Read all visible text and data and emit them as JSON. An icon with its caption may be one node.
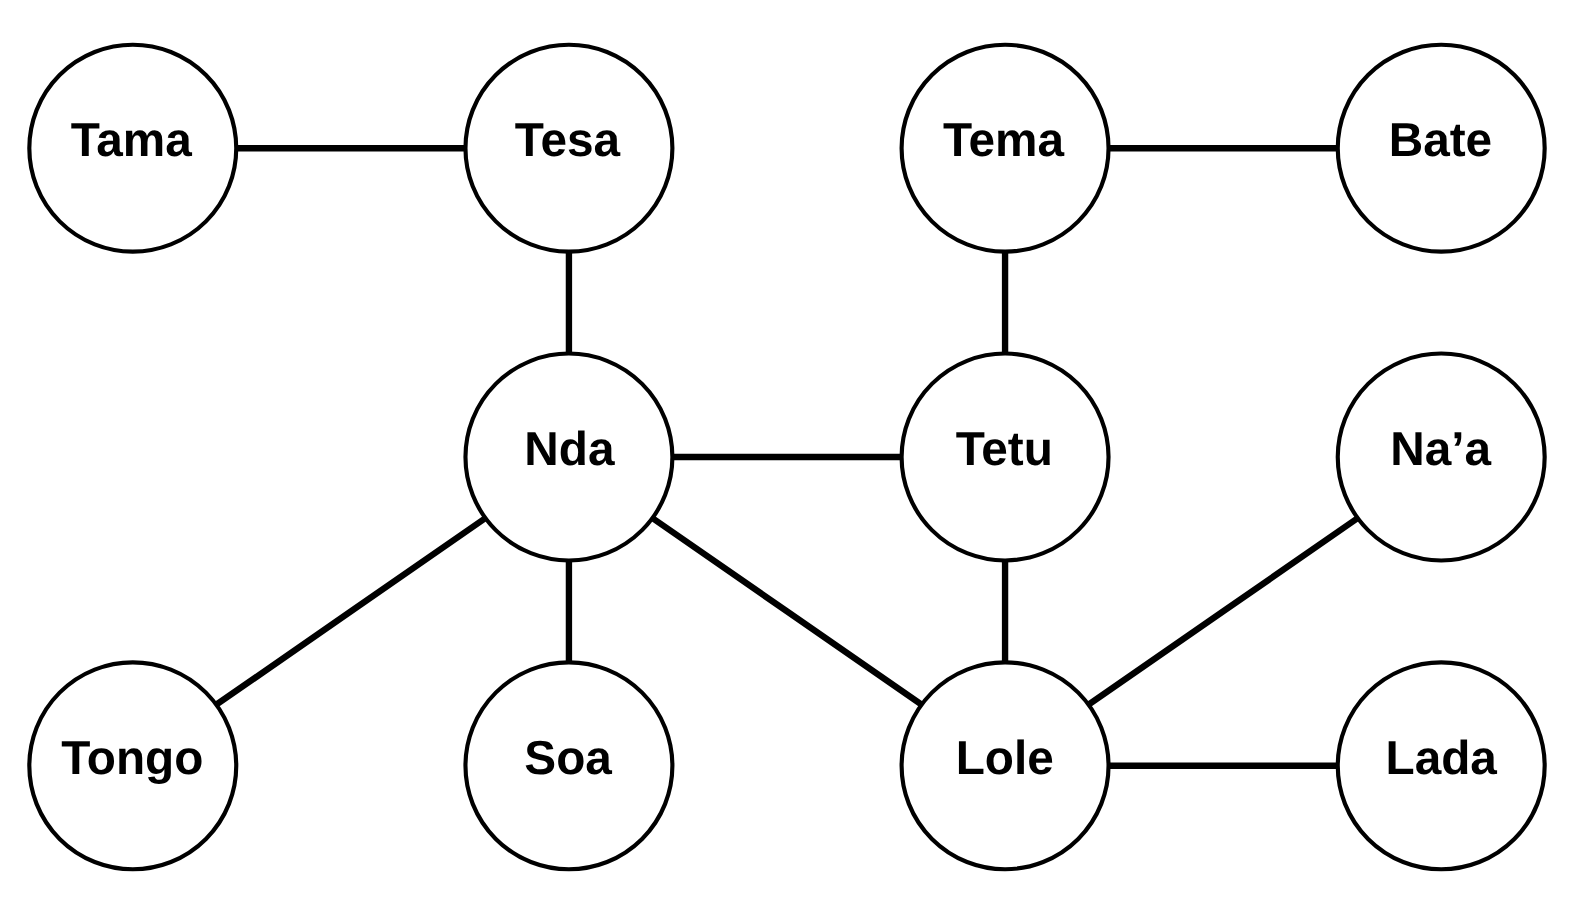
{
  "diagram": {
    "nodes": [
      {
        "text": [
          "Tama"
        ]
      },
      {
        "text": [
          "Tesa"
        ]
      },
      {
        "text": [
          "Tema"
        ]
      },
      {
        "text": [
          "Bate"
        ]
      },
      {
        "text": [
          "Tongo"
        ]
      },
      {
        "text": [
          "Nda"
        ]
      },
      {
        "text": [
          "Tetu"
        ]
      },
      {
        "text": [
          "Na’a"
        ]
      },
      {
        "text": [
          "Soa"
        ]
      },
      {
        "text": [
          "Lole"
        ]
      },
      {
        "text": [
          "Lada"
        ]
      }
    ],
    "edges": [
      {
        "from": 0,
        "to": 1,
        "arrow": "none"
      },
      {
        "from": 1,
        "to": 5,
        "arrow": "none"
      },
      {
        "from": 2,
        "to": 3,
        "arrow": "none"
      },
      {
        "from": 2,
        "to": 6,
        "arrow": "none"
      },
      {
        "from": 5,
        "to": 4,
        "arrow": "none"
      },
      {
        "from": 5,
        "to": 6,
        "arrow": "none"
      },
      {
        "from": 5,
        "to": 8,
        "arrow": "none"
      },
      {
        "from": 5,
        "to": 9,
        "arrow": "none"
      },
      {
        "from": 6,
        "to": 9,
        "arrow": "none"
      },
      {
        "from": 7,
        "to": 9,
        "arrow": "none"
      },
      {
        "from": 9,
        "to": 10,
        "arrow": "none"
      }
    ]
  }
}
